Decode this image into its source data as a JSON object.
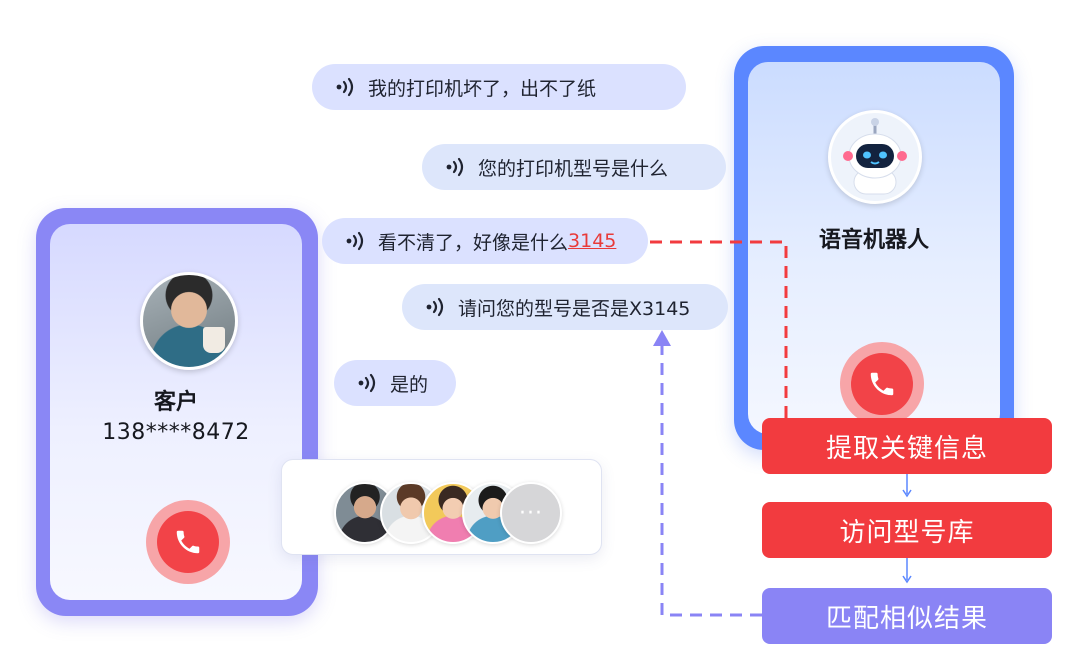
{
  "customer": {
    "name": "客户",
    "phone": "138****8472"
  },
  "robot": {
    "name": "语音机器人"
  },
  "chat": [
    {
      "side": "customer",
      "text": "我的打印机坏了，出不了纸"
    },
    {
      "side": "robot",
      "text": "您的打印机型号是什么"
    },
    {
      "side": "customer",
      "text": "看不清了，好像是什么",
      "highlight": "3145"
    },
    {
      "side": "robot",
      "text": "请问您的型号是否是X3145"
    },
    {
      "side": "customer",
      "text": "是的"
    }
  ],
  "group": {
    "more_label": "···"
  },
  "process": {
    "step1": "提取关键信息",
    "step2": "访问型号库",
    "step3": "匹配相似结果"
  },
  "colors": {
    "accent_red": "#f23b3f",
    "accent_purple": "#8a84f5",
    "robot_blue": "#5b87ff",
    "customer_purple": "#8a87f5"
  }
}
